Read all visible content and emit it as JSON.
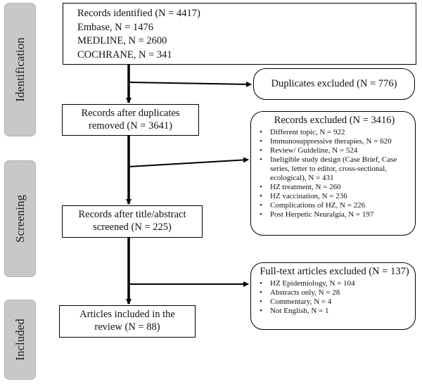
{
  "phases": {
    "identification": "Identification",
    "screening": "Screening",
    "included": "Included"
  },
  "identified": {
    "title": "Records identified (N = 4417)",
    "sources": [
      "Embase, N = 1476",
      "MEDLINE, N = 2600",
      "COCHRANE, N = 341"
    ]
  },
  "duplicates_excluded": "Duplicates excluded (N = 776)",
  "after_duplicates": [
    "Records after duplicates",
    "removed (N = 3641)"
  ],
  "records_excluded": {
    "title": "Records excluded (N = 3416)",
    "items": [
      "Different topic, N = 922",
      "Immunosuppressive therapies, N = 620",
      "Review/ Guideline, N = 524",
      "Ineligible study design (Case Brief, Case series, letter to editor, cross-sectional, ecological), N = 431",
      "HZ treatment, N = 260",
      "HZ vaccination, N = 236",
      "Complications of HZ, N = 226",
      "Post Herpetic Neuralgia, N = 197"
    ]
  },
  "after_screening": [
    "Records after title/abstract",
    "screened (N = 225)"
  ],
  "fulltext_excluded": {
    "title": "Full-text articles excluded (N = 137)",
    "items": [
      "HZ Epidemiology, N = 104",
      "Abstracts only, N = 28",
      "Commentary, N = 4",
      "Not English, N = 1"
    ]
  },
  "included": [
    "Articles included in the",
    "review (N = 88)"
  ]
}
